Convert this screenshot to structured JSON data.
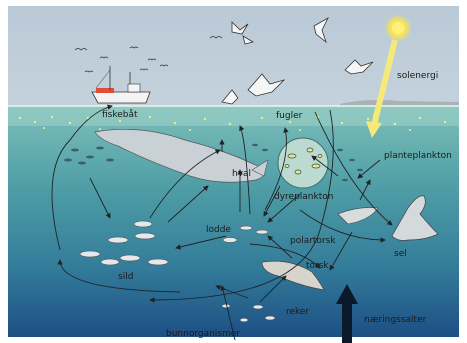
{
  "diagram": {
    "labels": {
      "fishing_boat": "fiskebåt",
      "birds": "fugler",
      "solar_energy": "solenergi",
      "phytoplankton": "planteplankton",
      "whale": "hval",
      "zooplankton": "dyreplankton",
      "capelin": "lodde",
      "polar_cod": "polartorsk",
      "seal": "sel",
      "herring": "sild",
      "cod": "torsk",
      "shrimp": "reker",
      "nutrients": "næringssalter",
      "benthic_organisms": "bunnorganismer"
    },
    "colors": {
      "sky": "#c8d5df",
      "water_top": "#6fb6b4",
      "water_bottom": "#1f5a8a",
      "sun": "#ffe34d",
      "sun_ray": "#f4ea7a",
      "animal": "#d3dadf",
      "arrow": "#222222"
    }
  }
}
